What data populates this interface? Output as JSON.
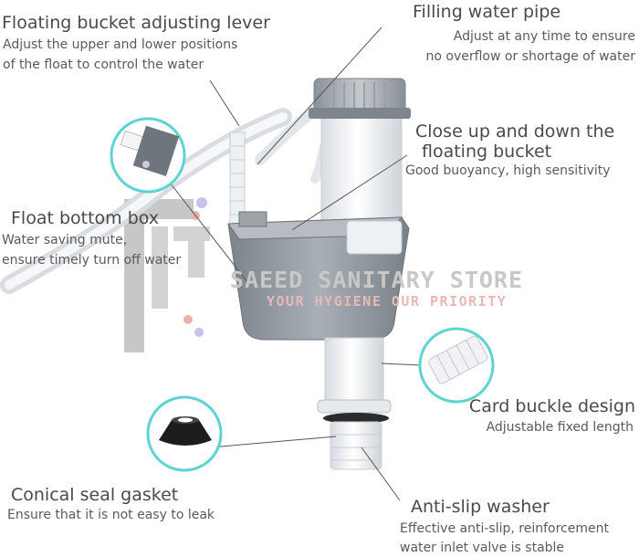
{
  "labels": {
    "lever": {
      "title": "Floating bucket adjusting lever",
      "line1": "Adjust the upper and lower positions",
      "line2": "of the float to control the water"
    },
    "pipe": {
      "title": "Filling water pipe",
      "line1": "Adjust at any time to ensure",
      "line2": "no overflow or shortage of water"
    },
    "bucket": {
      "title1": "Close up and down the",
      "title2": "floating bucket",
      "line1": "Good buoyancy, high sensitivity"
    },
    "box": {
      "title": "Float bottom box",
      "line1": "Water saving mute,",
      "line2": "ensure timely turn off water"
    },
    "buckle": {
      "title": "Card buckle design",
      "line1": "Adjustable fixed length"
    },
    "gasket": {
      "title": "Conical seal gasket",
      "line1": "Ensure that it is not easy to leak"
    },
    "washer": {
      "title": "Anti-slip washer",
      "line1": "Effective anti-slip, reinforcement",
      "line2": "water inlet valve is stable"
    }
  },
  "watermark": {
    "name": "SAEED SANITARY STORE",
    "tagline": "YOUR HYGIENE OUR PRIORITY"
  },
  "colors": {
    "accent": "#5fd3d3",
    "text": "#555555",
    "valve_grey": "#8c9299",
    "tube_white": "#f2f4f7"
  }
}
